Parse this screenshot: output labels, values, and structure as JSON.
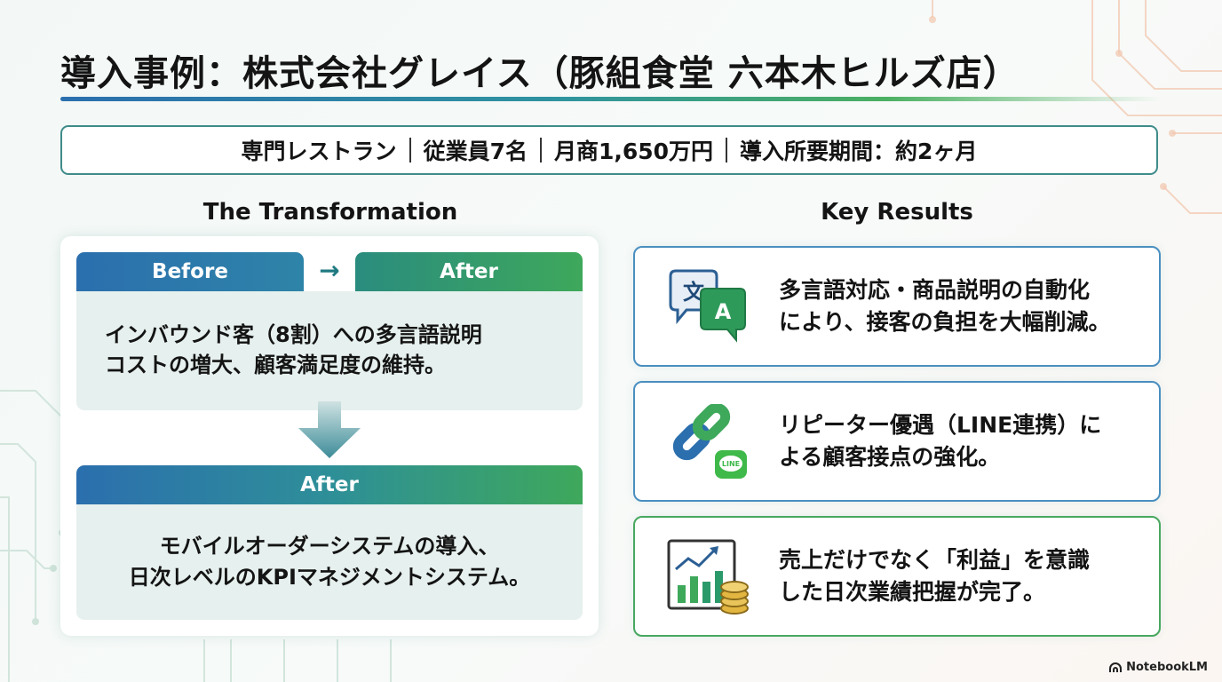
{
  "title": "導入事例：株式会社グレイス（豚組食堂 六本木ヒルズ店）",
  "info": {
    "items": [
      "専門レストラン",
      "従業員7名",
      "月商1,650万円",
      "導入所要期間：約2ヶ月"
    ]
  },
  "transformation": {
    "heading": "The Transformation",
    "before_label": "Before",
    "after_label": "After",
    "before_lines": [
      "インバウンド客（8割）への多言語説明",
      "コストの増大、顧客満足度の維持。"
    ],
    "after_heading": "After",
    "after_lines": [
      "モバイルオーダーシステムの導入、",
      "日次レベルのKPIマネジメントシステム。"
    ]
  },
  "key_results": {
    "heading": "Key Results",
    "items": [
      {
        "icon": "translate-icon",
        "lines": [
          "多言語対応・商品説明の自動化",
          "により、接客の負担を大幅削減。"
        ],
        "border_color": "#4a8fc0"
      },
      {
        "icon": "link-line-icon",
        "lines": [
          "リピーター優遇（LINE連携）に",
          "よる顧客接点の強化。"
        ],
        "border_color": "#4a8fc0",
        "badge": "LINE"
      },
      {
        "icon": "chart-coins-icon",
        "lines": [
          "売上だけでなく「利益」を意識",
          "した日次業績把握が完了。"
        ],
        "border_color": "#48a860"
      }
    ]
  },
  "brand": "NotebookLM",
  "colors": {
    "blue": "#2b6fae",
    "teal": "#2e8f98",
    "green": "#3ea85b",
    "panel": "#e6f0ee"
  }
}
